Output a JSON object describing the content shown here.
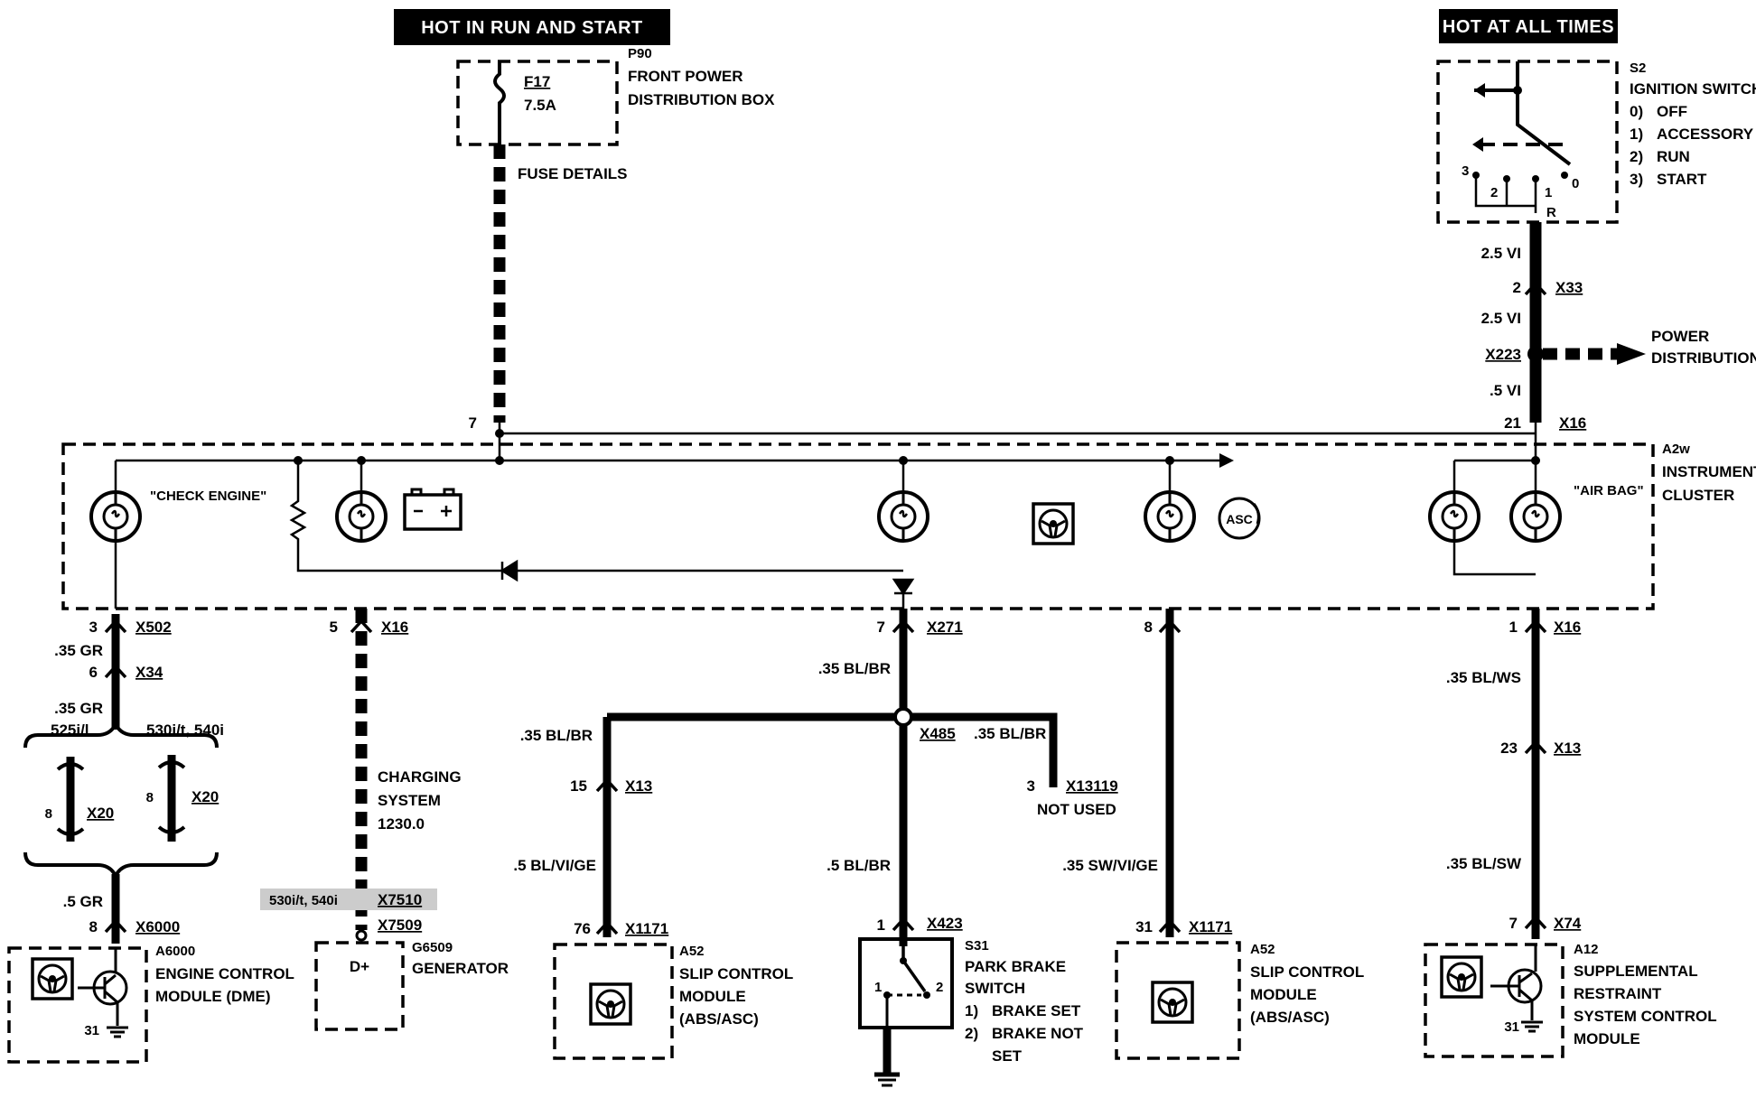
{
  "headers": {
    "run_start": "HOT IN RUN AND START",
    "all_times": "HOT AT ALL TIMES"
  },
  "fuse_box": {
    "id": "P90",
    "name_line1": "FRONT POWER",
    "name_line2": "DISTRIBUTION BOX",
    "fuse": "F17",
    "rating": "7.5A",
    "details": "FUSE DETAILS",
    "pin": "7"
  },
  "ignition_switch": {
    "id": "S2",
    "name": "IGNITION SWITCH",
    "positions": [
      {
        "num": "0)",
        "label": "OFF"
      },
      {
        "num": "1)",
        "label": "ACCESSORY"
      },
      {
        "num": "2)",
        "label": "RUN"
      },
      {
        "num": "3)",
        "label": "START"
      }
    ],
    "terminals": {
      "t3": "3",
      "t2": "2",
      "t1": "1",
      "t0": "0",
      "tr": "R"
    }
  },
  "power_feed": {
    "wire1": "2.5 VI",
    "pin1": "2",
    "conn1": "X33",
    "wire2": "2.5 VI",
    "splice": "X223",
    "dist_line1": "POWER",
    "dist_line2": "DISTRIBUTION",
    "wire3": ".5 VI",
    "pin2": "21",
    "conn2": "X16"
  },
  "cluster": {
    "id": "A2w",
    "name_line1": "INSTRUMENT",
    "name_line2": "CLUSTER",
    "check_engine": "\"CHECK ENGINE\"",
    "air_bag": "\"AIR BAG\"",
    "asc": "ASC"
  },
  "engine_branch": {
    "pin_a": "3",
    "conn_a": "X502",
    "wire_a": ".35 GR",
    "pin_b": "6",
    "conn_b": "X34",
    "wire_b": ".35 GR",
    "variant_left": "525i/l",
    "variant_right": "530i/t, 540i",
    "pin_c1": "8",
    "conn_c1": "X20",
    "pin_c2": "8",
    "conn_c2": "X20",
    "wire_c": ".5 GR",
    "pin_d": "8",
    "conn_d": "X6000",
    "module_id": "A6000",
    "module_line1": "ENGINE CONTROL",
    "module_line2": "MODULE (DME)",
    "ground_pin": "31"
  },
  "charging_branch": {
    "pin": "5",
    "conn": "X16",
    "sys_line1": "CHARGING",
    "sys_line2": "SYSTEM",
    "sys_line3": "1230.0",
    "variant": "530i/t, 540i",
    "conn_var": "X7510",
    "conn_b": "X7509",
    "terminal": "D+",
    "gen_id": "G6509",
    "gen_name": "GENERATOR"
  },
  "brake_branch": {
    "pin": "7",
    "conn": "X271",
    "wire_a": ".35 BL/BR",
    "wire_left": ".35 BL/BR",
    "splice": "X485",
    "wire_right": ".35 BL/BR",
    "pin_nu": "3",
    "conn_nu": "X13119",
    "not_used": "NOT USED",
    "pin_l": "15",
    "conn_l": "X13",
    "wire_l2": ".5 BL/VI/GE",
    "pin_l3": "76",
    "conn_l3": "X1171",
    "abs_id": "A52",
    "abs_line1": "SLIP CONTROL",
    "abs_line2": "MODULE",
    "abs_line3": "(ABS/ASC)",
    "wire_m": ".5 BL/BR",
    "pin_m": "1",
    "conn_m": "X423",
    "switch_id": "S31",
    "switch_line1": "PARK BRAKE",
    "switch_line2": "SWITCH",
    "switch_pos": [
      {
        "num": "1)",
        "label": "BRAKE SET"
      },
      {
        "num": "2)",
        "label": "BRAKE NOT"
      },
      {
        "num": "",
        "label": "SET"
      }
    ],
    "sw_t1": "1",
    "sw_t2": "2"
  },
  "asc_branch": {
    "pin": "8",
    "wire": ".35 SW/VI/GE",
    "pin_b": "31",
    "conn_b": "X1171",
    "abs_id": "A52",
    "abs_line1": "SLIP CONTROL",
    "abs_line2": "MODULE",
    "abs_line3": "(ABS/ASC)"
  },
  "airbag_branch": {
    "pin": "1",
    "conn": "X16",
    "wire_a": ".35 BL/WS",
    "pin_b": "23",
    "conn_b": "X13",
    "wire_b": ".35 BL/SW",
    "pin_c": "7",
    "conn_c": "X74",
    "module_id": "A12",
    "module_line1": "SUPPLEMENTAL",
    "module_line2": "RESTRAINT",
    "module_line3": "SYSTEM CONTROL",
    "module_line4": "MODULE",
    "ground_pin": "31"
  }
}
